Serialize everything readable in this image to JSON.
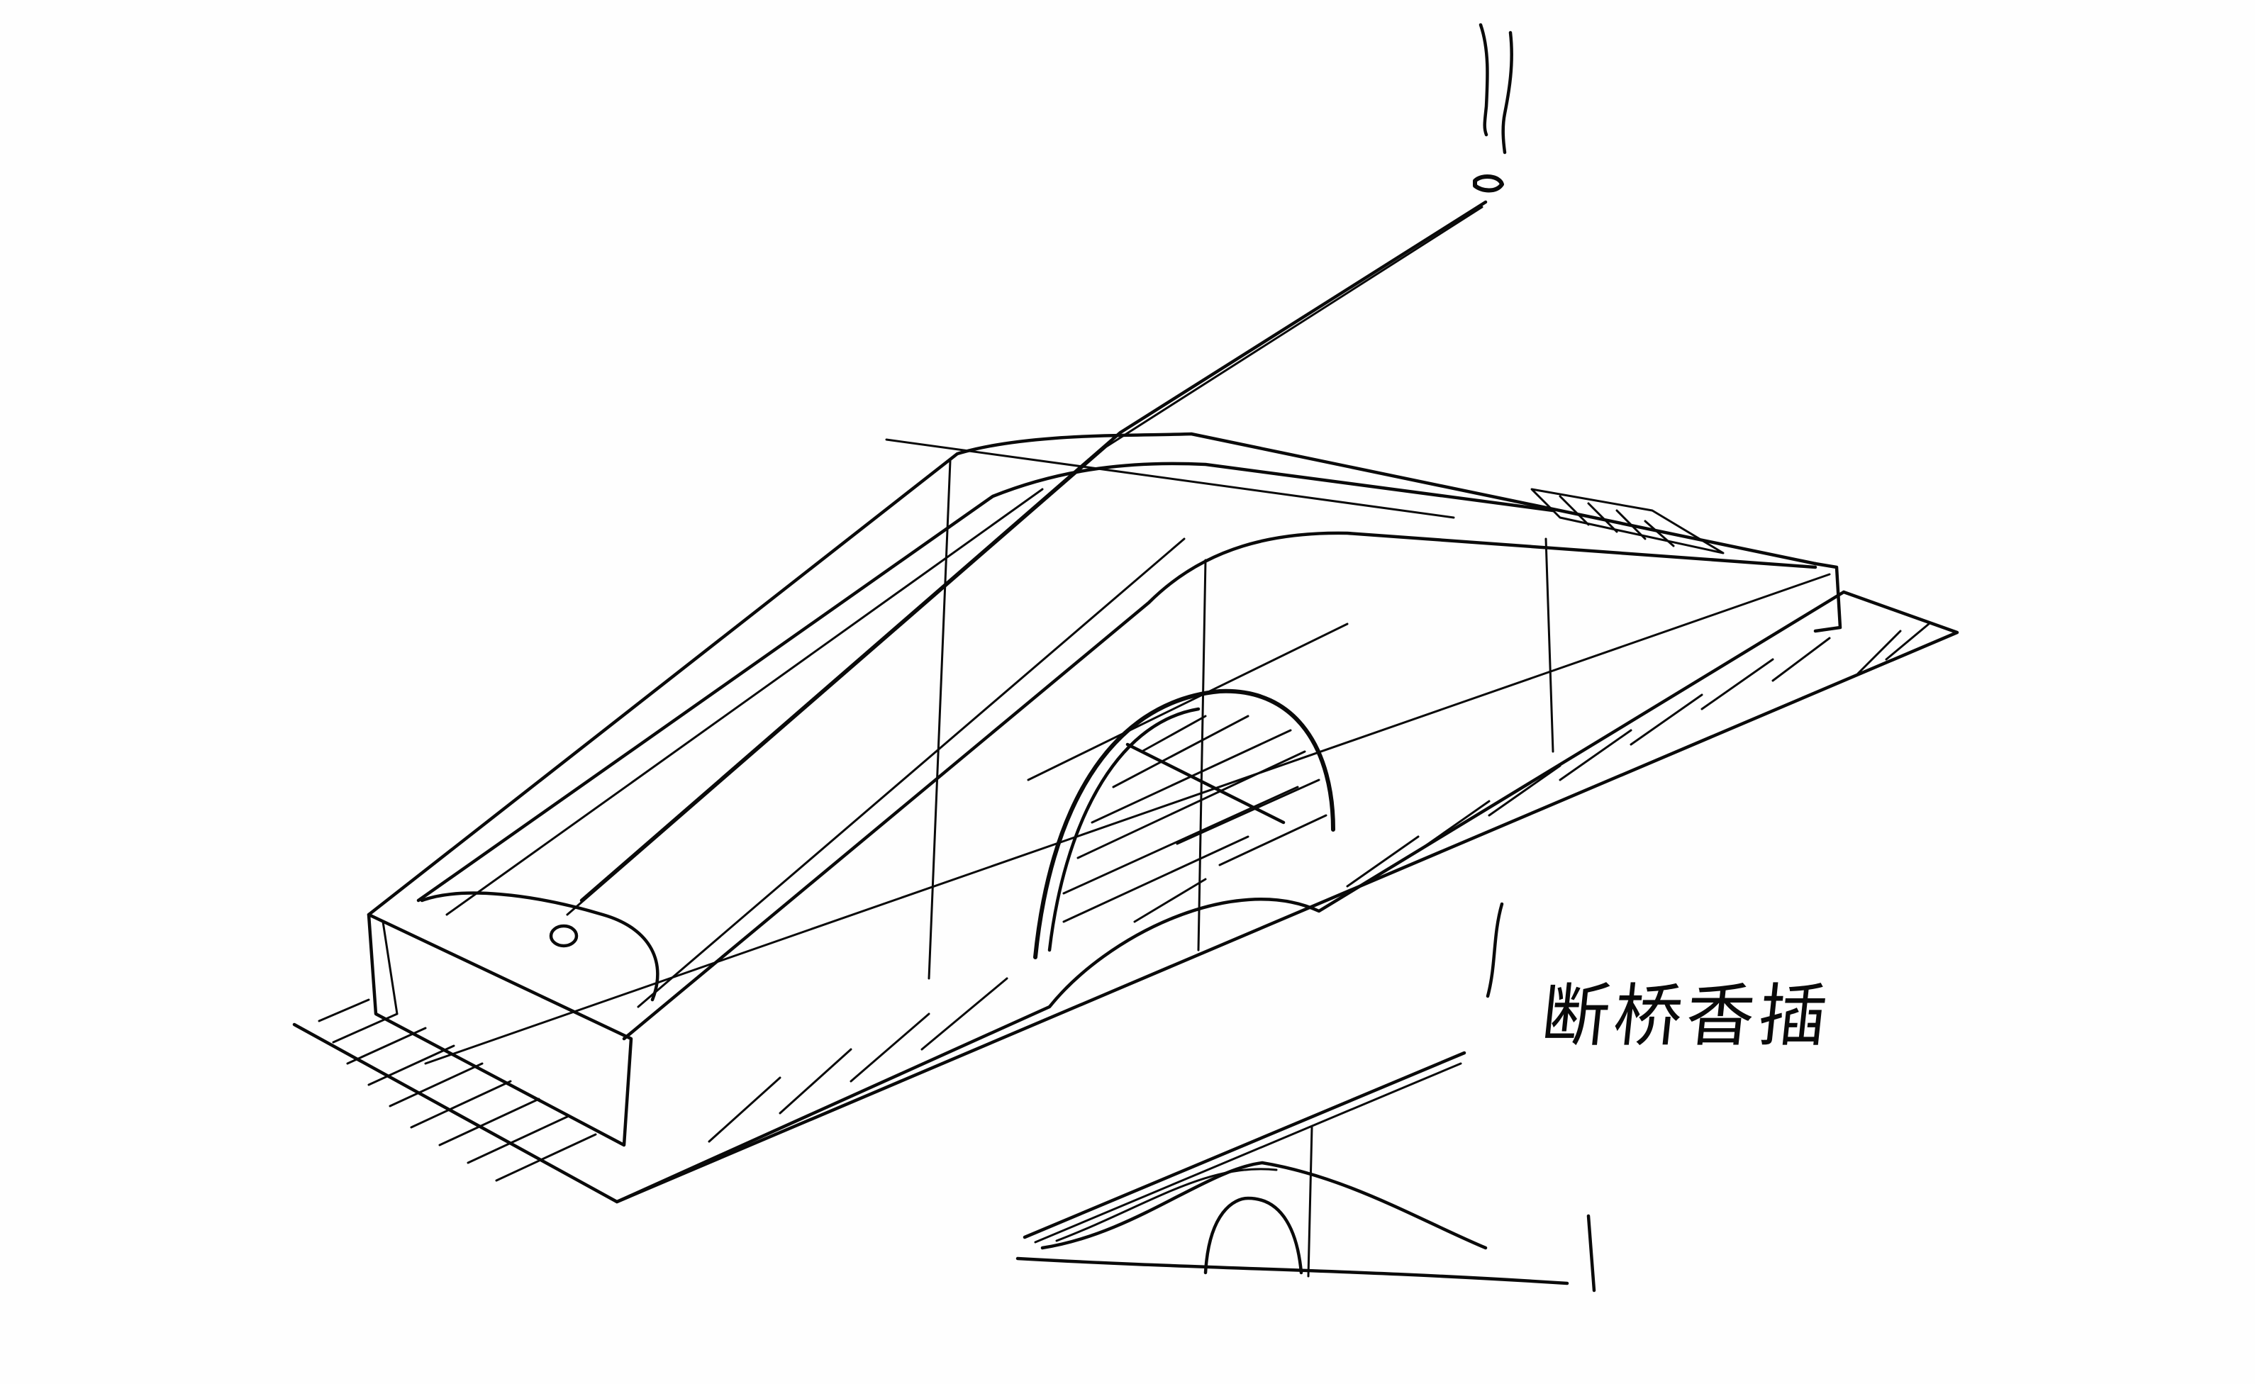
{
  "sketch": {
    "title_label": "断桥香插",
    "ink_color": "#0a0a0a",
    "paper_color": "#fefefe",
    "elements": [
      {
        "name": "main-isometric-view",
        "description": "incense holder shaped as a broken arched bridge, perspective view"
      },
      {
        "name": "incense-stick",
        "description": "long diagonal stick rising from ramp end to tip"
      },
      {
        "name": "smoke-wisps",
        "description": "two wavy lines above incense tip"
      },
      {
        "name": "arch-opening",
        "description": "hatched semicircular arch in the bridge body"
      },
      {
        "name": "ground-shadow",
        "description": "hatched shadow plane beneath bridge"
      },
      {
        "name": "side-elevation-view",
        "description": "small triangular side view with arch below label"
      }
    ]
  }
}
